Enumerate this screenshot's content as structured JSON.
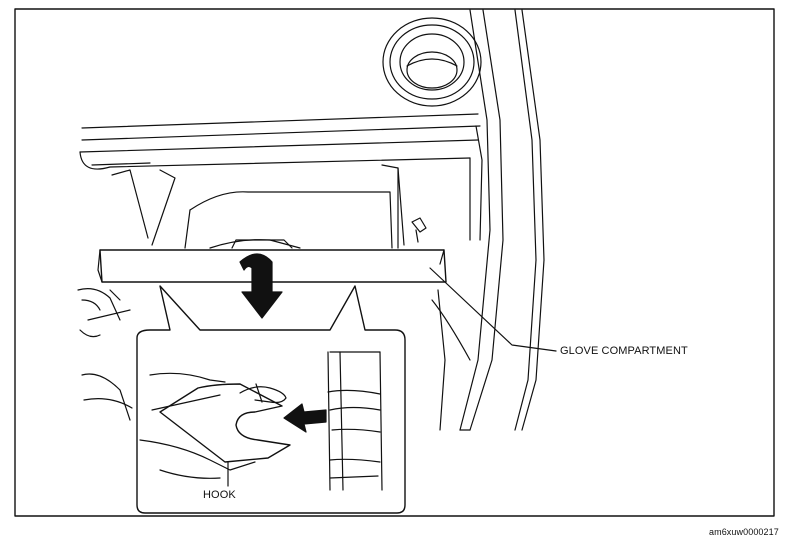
{
  "labels": {
    "glove_compartment": "GLOVE COMPARTMENT",
    "hook": "HOOK"
  },
  "figure_id": "am6xuw0000217",
  "colors": {
    "line": "#111111",
    "background": "#ffffff"
  },
  "icons": [
    "down-curved-arrow-icon",
    "left-arrow-icon"
  ]
}
